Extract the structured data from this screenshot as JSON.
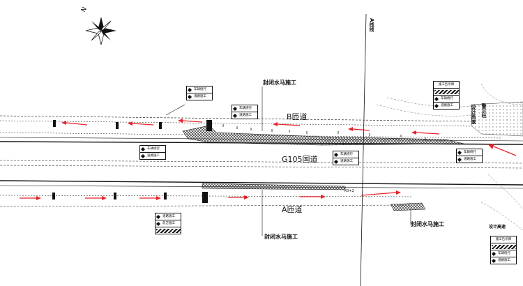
{
  "labels": {
    "b_ramp": "B匝道",
    "a_ramp": "A匝道",
    "g105": "G105国道",
    "closure_top": "封闭水马施工",
    "closure_bottom": "封闭水马施工",
    "closure_right": "封闭水马施工",
    "a_line": "A线线",
    "design_right": "设计高速",
    "design_bottom_right": "设计高速",
    "gantry": "警示柱",
    "small_label": "K0+2"
  },
  "signs": {
    "vehicle_detour": "车辆绕行",
    "road_work": "道路施工",
    "ahead_work": "前方施工",
    "notice": "施工告示牌"
  },
  "colors": {
    "arrow_red": "#e8232a",
    "line_black": "#111111",
    "hatch_fill": "#555555"
  },
  "icons": [
    "compass-icon",
    "traffic-arrow-icon",
    "diamond-warning-icon"
  ]
}
